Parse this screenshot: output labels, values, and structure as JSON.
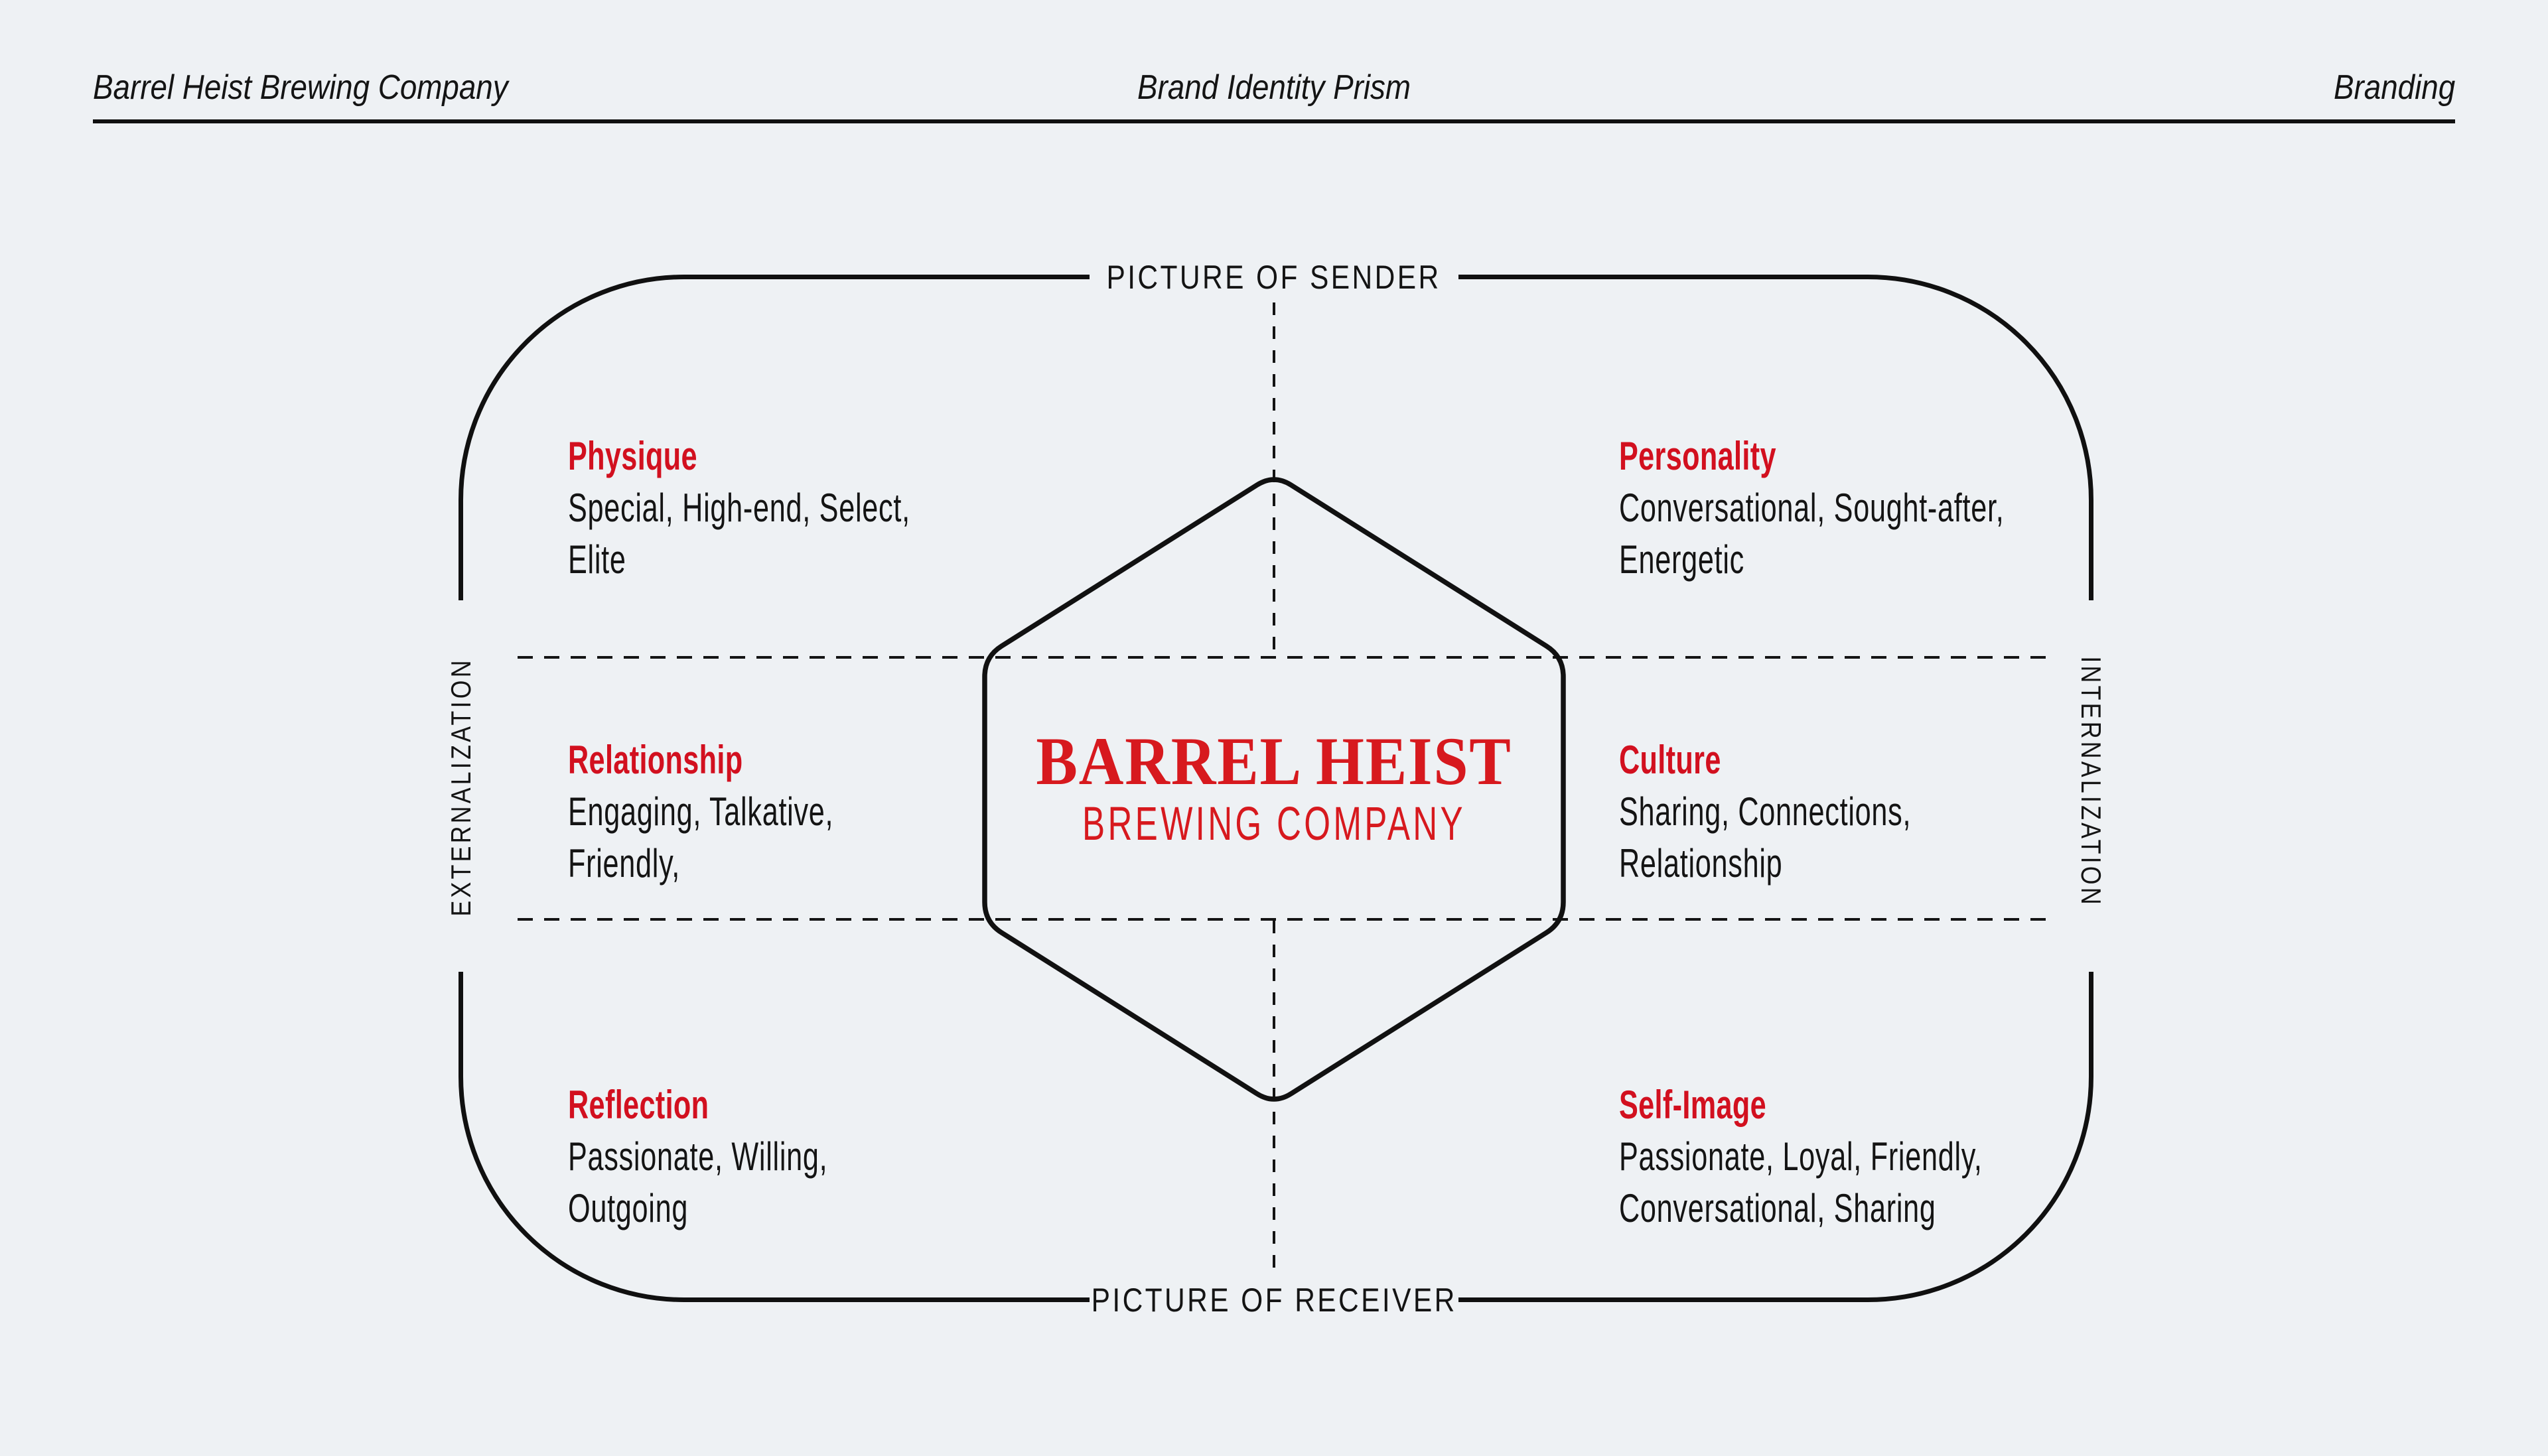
{
  "header": {
    "left": "Barrel Heist Brewing Company",
    "title": "Brand Identity Prism",
    "right": "Branding"
  },
  "frame": {
    "top_label": "PICTURE OF SENDER",
    "bottom_label": "PICTURE OF RECEIVER",
    "left_label": "EXTERNALIZATION",
    "right_label": "INTERNALIZATION"
  },
  "logo": {
    "line1": "BARREL HEIST",
    "line2": "BREWING COMPANY"
  },
  "sections": [
    {
      "title": "Physique",
      "lines": [
        "Special, High-end, Select,",
        "Elite"
      ]
    },
    {
      "title": "Personality",
      "lines": [
        "Conversational, Sought-after,",
        "Energetic"
      ]
    },
    {
      "title": "Relationship",
      "lines": [
        "Engaging, Talkative,",
        "Friendly,"
      ]
    },
    {
      "title": "Culture",
      "lines": [
        "Sharing, Connections,",
        "Relationship"
      ]
    },
    {
      "title": "Reflection",
      "lines": [
        "Passionate, Willing,",
        "Outgoing"
      ]
    },
    {
      "title": "Self-Image",
      "lines": [
        "Passionate, Loyal, Friendly,",
        "Conversational, Sharing"
      ]
    }
  ],
  "colors": {
    "background": "#eef1f4",
    "ink": "#141414",
    "line_black": "#101010",
    "accent_red": "#d2101f",
    "logo_red": "#d7191e"
  }
}
